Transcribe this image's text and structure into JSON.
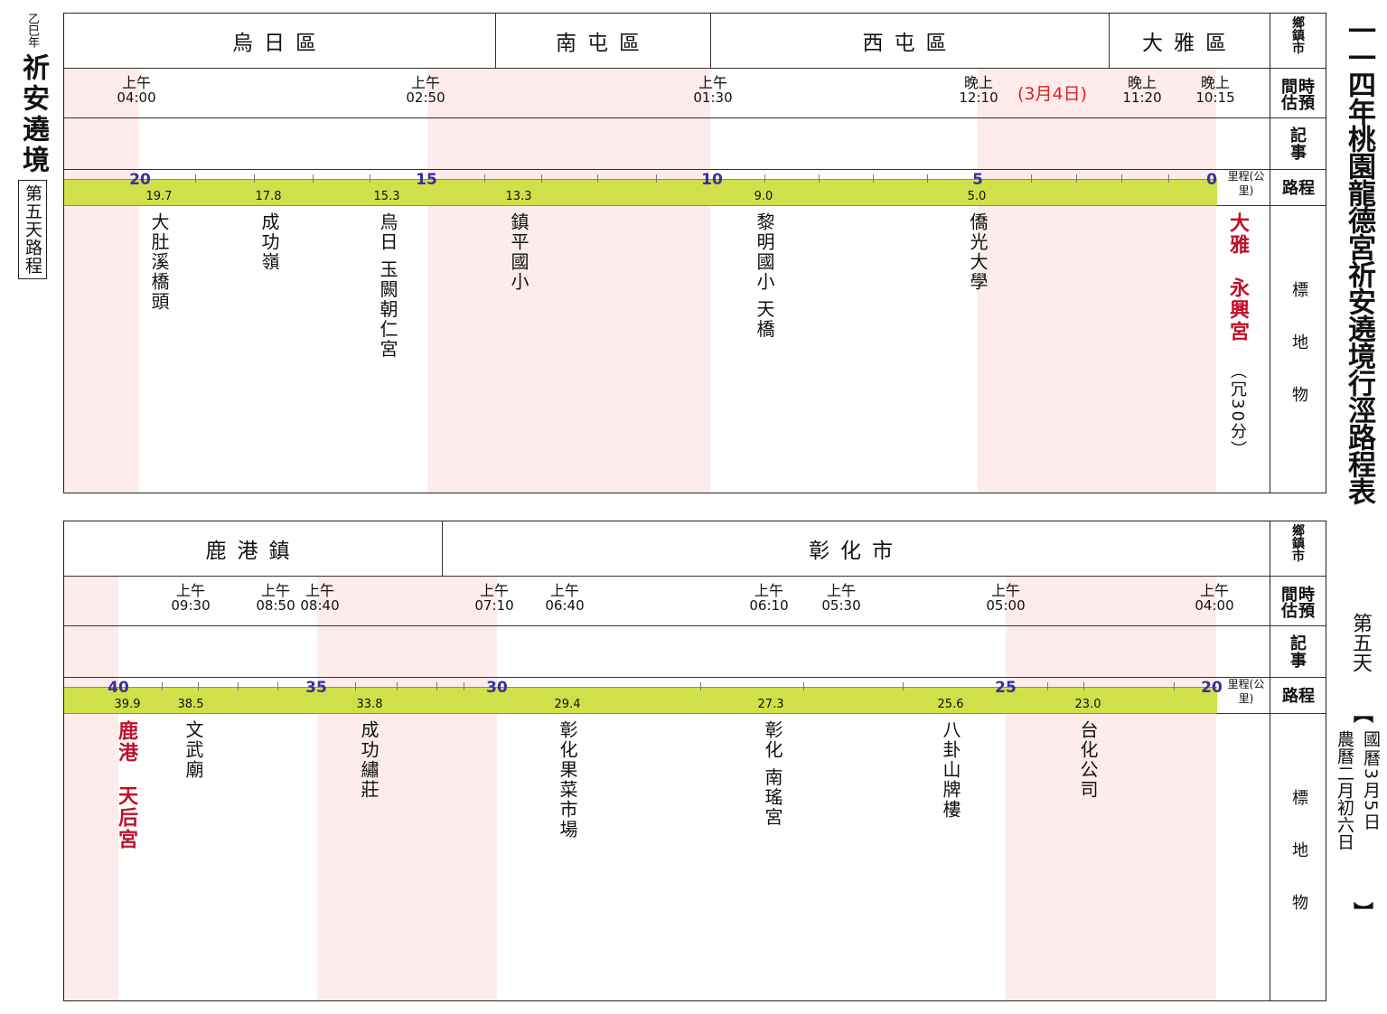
{
  "left_header": {
    "year": "乙巳年",
    "title": "祈安遶境",
    "day_box": "第五天路程"
  },
  "right_header": {
    "title": "一一四年桃園龍德宮祈安遶境行涇路程表",
    "day": "第五天",
    "bracket_open": "【",
    "date_national": "國曆3月5日",
    "date_lunar": "農曆二月初六日",
    "bracket_close": "】"
  },
  "row_labels": {
    "township": "鄉鎮市",
    "time": "時預間估",
    "notes": "記事",
    "distance": "路程",
    "landmarks": "標地物",
    "unit": "里程(公里)"
  },
  "top": {
    "districts": [
      "烏日區",
      "南屯區",
      "西屯區",
      "大雅區"
    ],
    "times": [
      {
        "p": "上午",
        "t": "04:00"
      },
      {
        "p": "上午",
        "t": "02:50"
      },
      {
        "p": "上午",
        "t": "01:30"
      },
      {
        "p": "晚上",
        "t": "12:10"
      },
      {
        "p": "晚上",
        "t": "11:20"
      },
      {
        "p": "晚上",
        "t": "10:15"
      }
    ],
    "date_note": "(3月4日)",
    "km_marks": [
      "20",
      "15",
      "10",
      "5",
      "0"
    ],
    "km_values": [
      "19.7",
      "17.8",
      "15.3",
      "13.3",
      "9.0",
      "5.0"
    ],
    "landmarks": [
      "大肚溪橋頭",
      "成功嶺",
      "烏日 玉闕朝仁宮",
      "鎮平國小",
      "黎明國小 天橋",
      "僑光大學"
    ],
    "start": {
      "a": "大雅",
      "b": "永興宮",
      "c": "（冗30分）"
    }
  },
  "bottom": {
    "districts": [
      "鹿港鎮",
      "彰化市"
    ],
    "times": [
      {
        "p": "上午",
        "t": "09:30"
      },
      {
        "p": "上午",
        "t": "08:50"
      },
      {
        "p": "上午",
        "t": "08:40"
      },
      {
        "p": "上午",
        "t": "07:10"
      },
      {
        "p": "上午",
        "t": "06:40"
      },
      {
        "p": "上午",
        "t": "06:10"
      },
      {
        "p": "上午",
        "t": "05:30"
      },
      {
        "p": "上午",
        "t": "05:00"
      },
      {
        "p": "上午",
        "t": "04:00"
      }
    ],
    "km_marks": [
      "40",
      "35",
      "30",
      "25",
      "20"
    ],
    "km_values": [
      "39.9",
      "38.5",
      "33.8",
      "29.4",
      "27.3",
      "25.6",
      "23.0"
    ],
    "landmarks": [
      "文武廟",
      "成功繡莊",
      "彰化果菜市場",
      "彰化 南瑤宮",
      "八卦山牌樓",
      "台化公司"
    ],
    "end": {
      "a": "鹿港",
      "b": "天后宮"
    }
  }
}
